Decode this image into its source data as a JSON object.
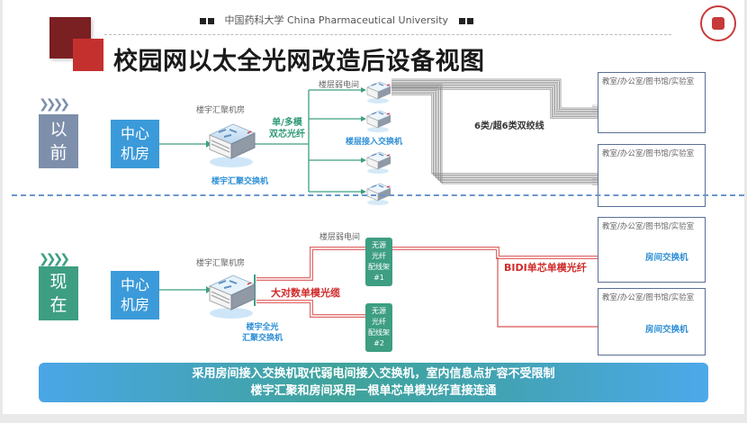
{
  "header": {
    "university": "中国药科大学  China Pharmaceutical University",
    "title": "校园网以太全光网改造后设备视图",
    "logo_icon": "university-seal-icon"
  },
  "before": {
    "era_label_line1": "以",
    "era_label_line2": "前",
    "era_color": "#7d8fab",
    "chevron": "❯❯❯❯",
    "center_line1": "中心",
    "center_line2": "机房",
    "building_room": "楼宇汇聚机房",
    "aggregation_switch": "楼宇汇聚交换机",
    "fiber_line1": "单/多模",
    "fiber_line2": "双芯光纤",
    "floor_room": "楼层弱电间",
    "access_switch": "楼层接入交换机",
    "cable": "6类/超6类双绞线",
    "rooms": [
      {
        "title": "教室/办公室/图书馆/实验室"
      },
      {
        "title": "教室/办公室/图书馆/实验室"
      }
    ]
  },
  "after": {
    "era_label_line1": "现",
    "era_label_line2": "在",
    "era_color": "#3d9e82",
    "chevron": "❯❯❯❯",
    "center_line1": "中心",
    "center_line2": "机房",
    "building_room": "楼宇汇聚机房",
    "aggregation_switch_line1": "楼宇全光",
    "aggregation_switch_line2": "汇聚交换机",
    "trunk_cable": "大对数单模光缆",
    "floor_room": "楼层弱电间",
    "odf": [
      {
        "l1": "无源",
        "l2": "光纤",
        "l3": "配线架",
        "l4": "#1"
      },
      {
        "l1": "无源",
        "l2": "光纤",
        "l3": "配线架",
        "l4": "#2"
      }
    ],
    "bidi": "BIDI单芯单模光纤",
    "rooms": [
      {
        "title": "教室/办公室/图书馆/实验室",
        "switch": "房间交换机"
      },
      {
        "title": "教室/办公室/图书馆/实验室",
        "switch": "房间交换机"
      }
    ]
  },
  "banner": {
    "line1": "采用房间接入交换机取代弱电间接入交换机，室内信息点扩容不受限制",
    "line2": "楼宇汇聚和房间采用一根单芯单模光纤直接连通"
  },
  "colors": {
    "brand_red": "#c4302e",
    "center_blue": "#3b9ad9",
    "fiber_green": "#2f9a74",
    "fiber_red": "#d02a2a",
    "switch_blue": "#2e8fd6"
  }
}
